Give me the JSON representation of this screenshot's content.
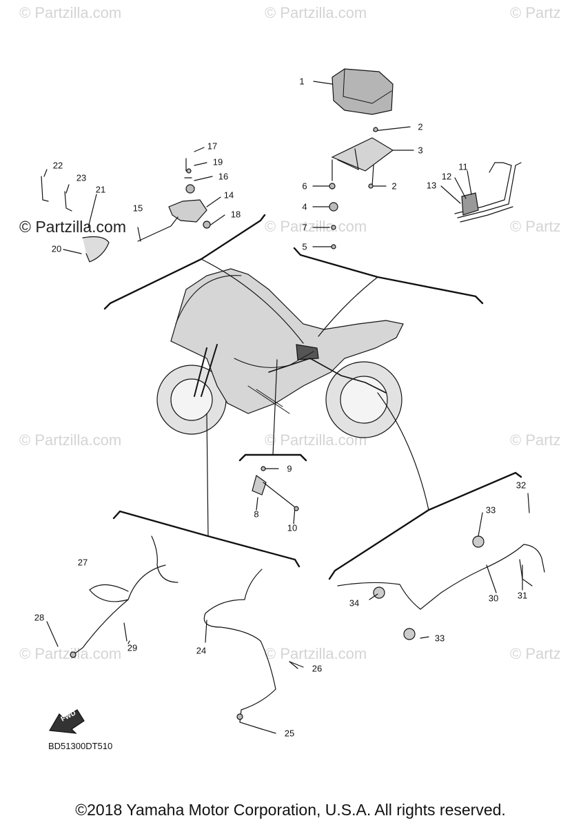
{
  "watermark": {
    "text": "© Partzilla.com",
    "clipped_text": "© Partz",
    "dark_text": "© Partzilla.com"
  },
  "callouts": [
    {
      "id": "1",
      "label": "1"
    },
    {
      "id": "2a",
      "label": "2"
    },
    {
      "id": "2b",
      "label": "2"
    },
    {
      "id": "3",
      "label": "3"
    },
    {
      "id": "4",
      "label": "4"
    },
    {
      "id": "5",
      "label": "5"
    },
    {
      "id": "6",
      "label": "6"
    },
    {
      "id": "7",
      "label": "7"
    },
    {
      "id": "8",
      "label": "8"
    },
    {
      "id": "9",
      "label": "9"
    },
    {
      "id": "10",
      "label": "10"
    },
    {
      "id": "11",
      "label": "11"
    },
    {
      "id": "12",
      "label": "12"
    },
    {
      "id": "13",
      "label": "13"
    },
    {
      "id": "14",
      "label": "14"
    },
    {
      "id": "15",
      "label": "15"
    },
    {
      "id": "16",
      "label": "16"
    },
    {
      "id": "17",
      "label": "17"
    },
    {
      "id": "18",
      "label": "18"
    },
    {
      "id": "19",
      "label": "19"
    },
    {
      "id": "20",
      "label": "20"
    },
    {
      "id": "21",
      "label": "21"
    },
    {
      "id": "22",
      "label": "22"
    },
    {
      "id": "23",
      "label": "23"
    },
    {
      "id": "24",
      "label": "24"
    },
    {
      "id": "25",
      "label": "25"
    },
    {
      "id": "26",
      "label": "26"
    },
    {
      "id": "27",
      "label": "27"
    },
    {
      "id": "28",
      "label": "28"
    },
    {
      "id": "29",
      "label": "29"
    },
    {
      "id": "30",
      "label": "30"
    },
    {
      "id": "31",
      "label": "31"
    },
    {
      "id": "32",
      "label": "32"
    },
    {
      "id": "33a",
      "label": "33"
    },
    {
      "id": "33b",
      "label": "33"
    },
    {
      "id": "34",
      "label": "34"
    }
  ],
  "fwd_label": "FWD",
  "drawing_code": "BD51300DT510",
  "copyright": "©2018 Yamaha Motor Corporation, U.S.A. All rights reserved.",
  "colors": {
    "line": "#111111",
    "part_fill": "#bdbdbd",
    "bike_fill": "#dcdcdc",
    "watermark": "#d4d4d4"
  }
}
